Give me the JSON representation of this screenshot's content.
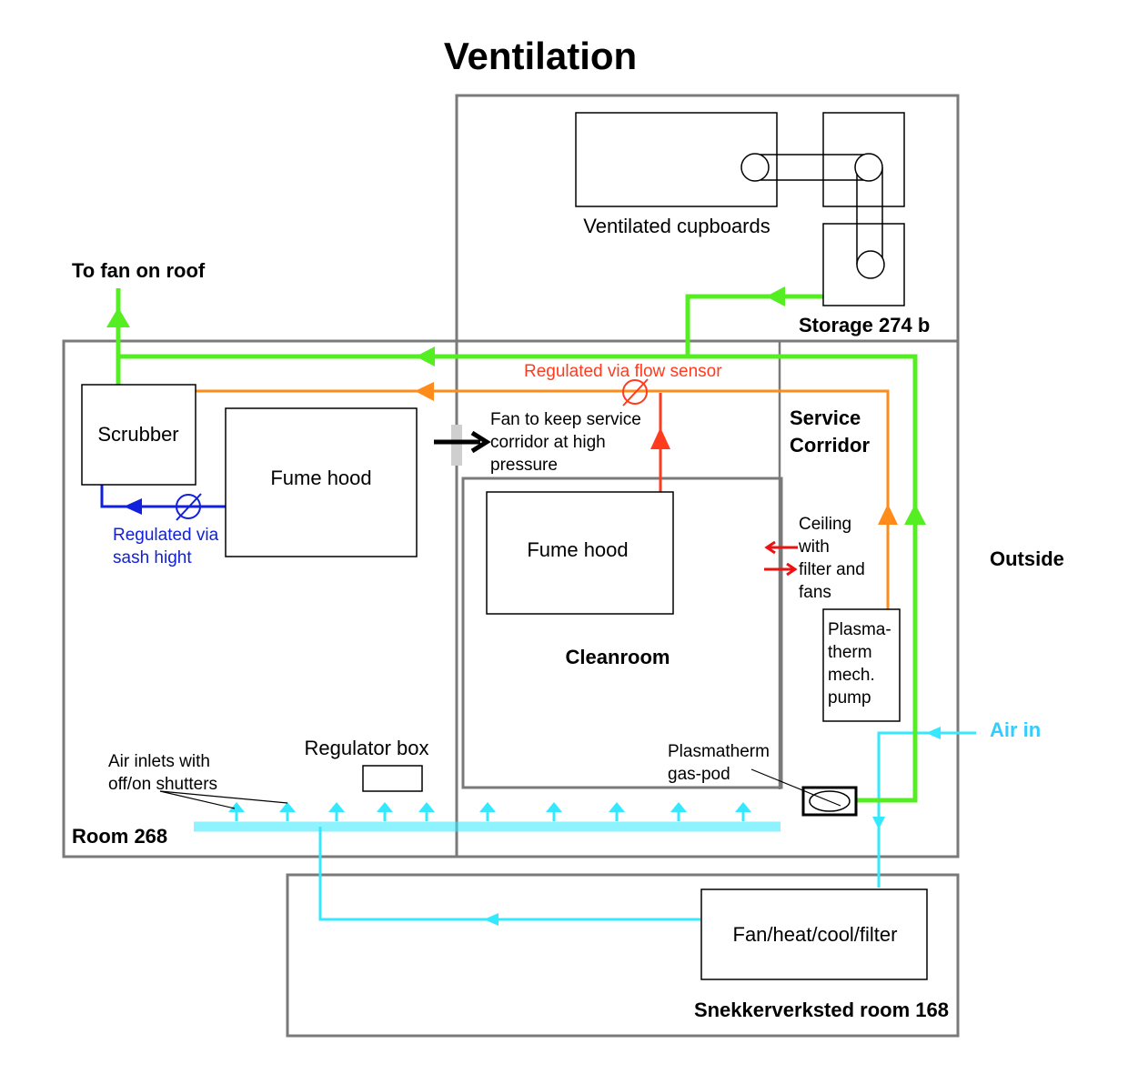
{
  "title": "Ventilation",
  "rooms": {
    "storage": "Storage 274 b",
    "service_corridor_1": "Service",
    "service_corridor_2": "Corridor",
    "outside": "Outside",
    "room268": "Room 268",
    "cleanroom": "Cleanroom",
    "snekker": "Snekkerverksted room 168"
  },
  "equipment": {
    "ventilated_cupboards": "Ventilated cupboards",
    "scrubber": "Scrubber",
    "fume_hood_1": "Fume hood",
    "fume_hood_2": "Fume hood",
    "regulator_box": "Regulator box",
    "fan_unit": "Fan/heat/cool/filter",
    "pump": [
      "Plasma-",
      "therm",
      "mech.",
      "pump"
    ],
    "gas_pod": [
      "Plasmatherm",
      "gas-pod"
    ]
  },
  "labels": {
    "to_fan_on_roof": "To fan on roof",
    "regulated_flow_sensor": "Regulated via flow sensor",
    "regulated_sash": [
      "Regulated via",
      "sash hight"
    ],
    "fan_service": [
      "Fan to keep service",
      "corridor at high",
      "pressure"
    ],
    "ceiling": [
      "Ceiling",
      "with",
      "filter and",
      "fans"
    ],
    "air_in": "Air in",
    "air_inlets": [
      "Air inlets with",
      "off/on shutters"
    ]
  },
  "colors": {
    "exhaust": "#55ee22",
    "pump_exhaust": "#ff8c1a",
    "fume_exhaust": "#ff3b1f",
    "scrubber_drain": "#1020dd",
    "fresh_air": "#33e8ff",
    "flow_sensor_text": "#ff3b1f",
    "sash_text": "#1020dd",
    "air_in_text": "#33ccff",
    "ceiling_arrows": "#ee1111",
    "fan_arrow": "#000000"
  }
}
